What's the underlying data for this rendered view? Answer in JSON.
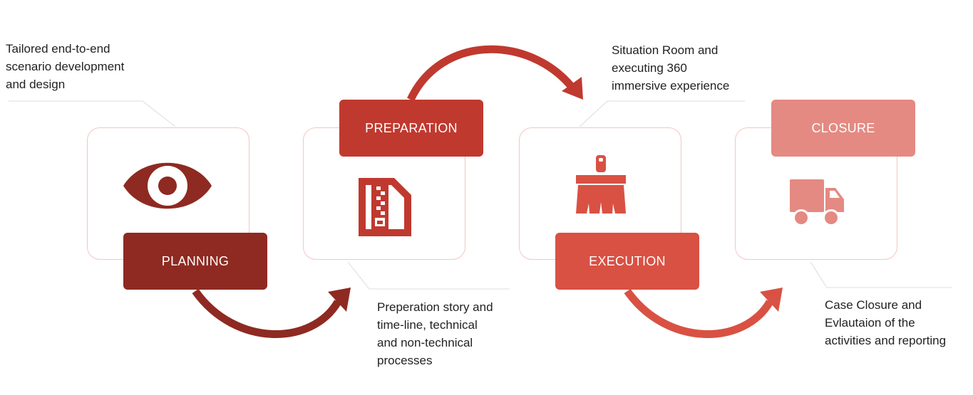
{
  "colors": {
    "planning": "#8e2a21",
    "preparation": "#c0392f",
    "execution": "#d95143",
    "closure": "#e48a82",
    "card_border": "#f1c7c2",
    "connector": "#d6d6d6"
  },
  "stages": [
    {
      "label": "PLANNING",
      "icon": "eye-icon",
      "description": [
        "Tailored end-to-end",
        "scenario development",
        "and design"
      ]
    },
    {
      "label": "PREPARATION",
      "icon": "zip-file-icon",
      "description": [
        "Preperation story and",
        "time-line, technical",
        "and non-technical",
        "processes"
      ]
    },
    {
      "label": "EXECUTION",
      "icon": "broom-icon",
      "description": [
        "Situation Room and",
        "executing 360",
        "immersive experience"
      ]
    },
    {
      "label": "CLOSURE",
      "icon": "truck-icon",
      "description": [
        "Case Closure and",
        "Evlautaion of the",
        "activities and reporting"
      ]
    }
  ]
}
